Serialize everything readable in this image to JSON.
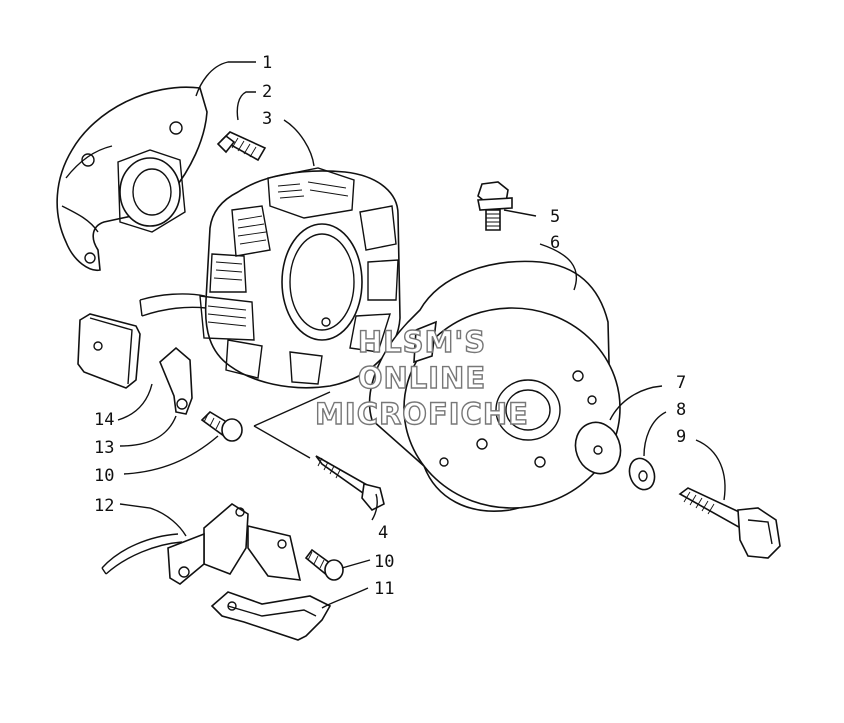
{
  "callouts": [
    {
      "id": "1",
      "text": "1"
    },
    {
      "id": "2",
      "text": "2"
    },
    {
      "id": "3",
      "text": "3"
    },
    {
      "id": "4",
      "text": "4"
    },
    {
      "id": "5",
      "text": "5"
    },
    {
      "id": "6",
      "text": "6"
    },
    {
      "id": "7",
      "text": "7"
    },
    {
      "id": "8",
      "text": "8"
    },
    {
      "id": "9",
      "text": "9"
    },
    {
      "id": "10a",
      "text": "10"
    },
    {
      "id": "10b",
      "text": "10"
    },
    {
      "id": "11",
      "text": "11"
    },
    {
      "id": "12",
      "text": "12"
    },
    {
      "id": "13",
      "text": "13"
    },
    {
      "id": "14",
      "text": "14"
    }
  ],
  "watermark": {
    "line1": "HLSM'S",
    "line2": "ONLINE",
    "line3": "MICROFICHE"
  }
}
